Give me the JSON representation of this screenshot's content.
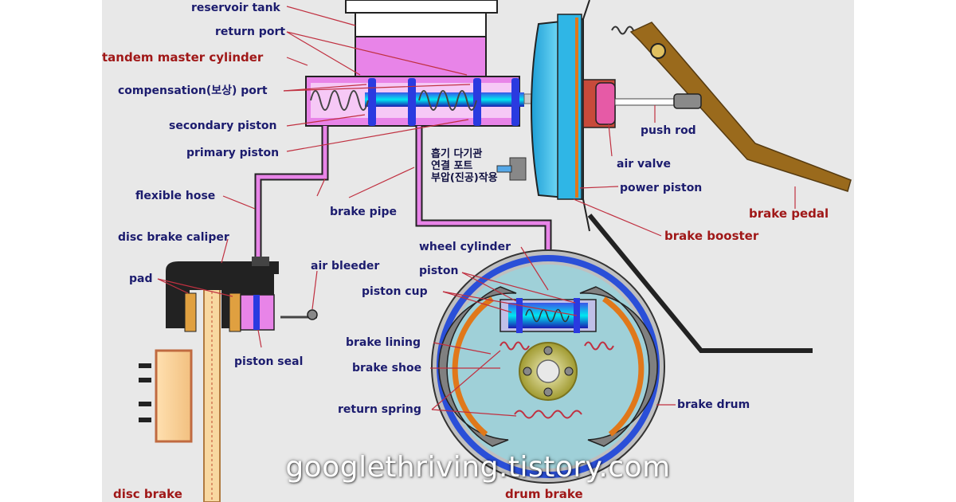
{
  "labels": {
    "reservoir_tank": "reservoir tank",
    "return_port": "return port",
    "tandem_master_cylinder": "tandem master cylinder",
    "compensation_port": "compensation(보상) port",
    "secondary_piston": "secondary piston",
    "primary_piston": "primary piston",
    "vacuum_note": [
      "흡기 다기관",
      "연결 포트",
      "부압(진공)작용"
    ],
    "flexible_hose": "flexible hose",
    "brake_pipe": "brake pipe",
    "disc_brake_caliper": "disc brake caliper",
    "pad": "pad",
    "air_bleeder": "air bleeder",
    "piston_seal": "piston  seal",
    "disc_brake": "disc brake",
    "wheel_cylinder": "wheel cylinder",
    "piston": "piston",
    "piston_cup": "piston cup",
    "brake_lining": "brake lining",
    "brake_shoe": "brake shoe",
    "return_spring": "return spring",
    "brake_drum": "brake drum",
    "drum_brake": "drum brake",
    "air_valve": "air valve",
    "push_rod": "push rod",
    "power_piston": "power piston",
    "brake_pedal": "brake pedal",
    "brake_booster": "brake booster"
  },
  "watermark": "googlethriving.tistory.com",
  "colors": {
    "fluid": "#e884e8",
    "label_text": "#1c1c6e",
    "highlight_label": "#a01818",
    "leader_line": "#c03040",
    "booster_body": "#2fb6e6",
    "pedal": "#9a6a1c",
    "drum_blue": "#2a4fd8",
    "drum_inner": "#9fd0d8",
    "lining": "#e0781a",
    "panel_background": "#e8e8e8"
  }
}
